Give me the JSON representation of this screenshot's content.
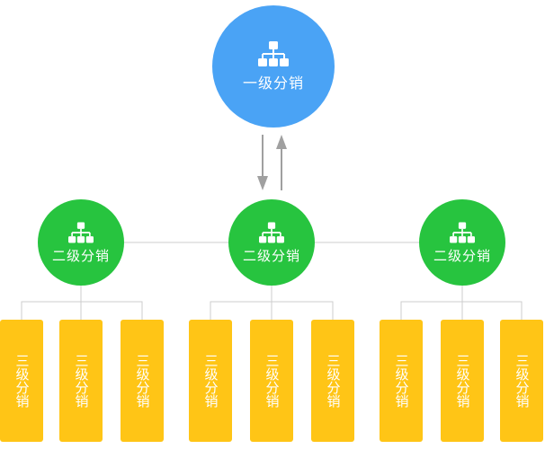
{
  "level1": {
    "label": "一级分销",
    "icon": "hierarchy-icon",
    "color": "#4aa3f5"
  },
  "level2": [
    {
      "label": "二级分销",
      "icon": "hierarchy-icon"
    },
    {
      "label": "二级分销",
      "icon": "hierarchy-icon"
    },
    {
      "label": "二级分销",
      "icon": "hierarchy-icon"
    }
  ],
  "level2_color": "#27c43f",
  "level3": [
    {
      "label": "三级分销"
    },
    {
      "label": "三级分销"
    },
    {
      "label": "三级分销"
    },
    {
      "label": "三级分销"
    },
    {
      "label": "三级分销"
    },
    {
      "label": "三级分销"
    },
    {
      "label": "三级分销"
    },
    {
      "label": "三级分销"
    },
    {
      "label": "三级分销"
    }
  ],
  "level3_color": "#ffc516",
  "connector_color": "#cccccc",
  "arrow_color": "#a0a0a0"
}
